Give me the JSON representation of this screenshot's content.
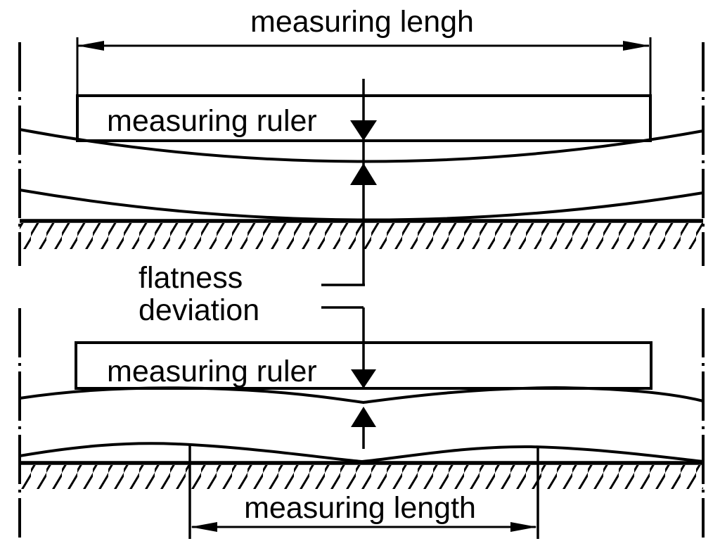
{
  "colors": {
    "ink": "#000000",
    "background": "#ffffff"
  },
  "top_diagram": {
    "dimension_label": "measuring lengh",
    "ruler_label": "measuring ruler"
  },
  "middle_annotation": {
    "label_line1": "flatness",
    "label_line2": "deviation"
  },
  "bottom_diagram": {
    "ruler_label": "measuring ruler",
    "dimension_label": "measuring length"
  }
}
